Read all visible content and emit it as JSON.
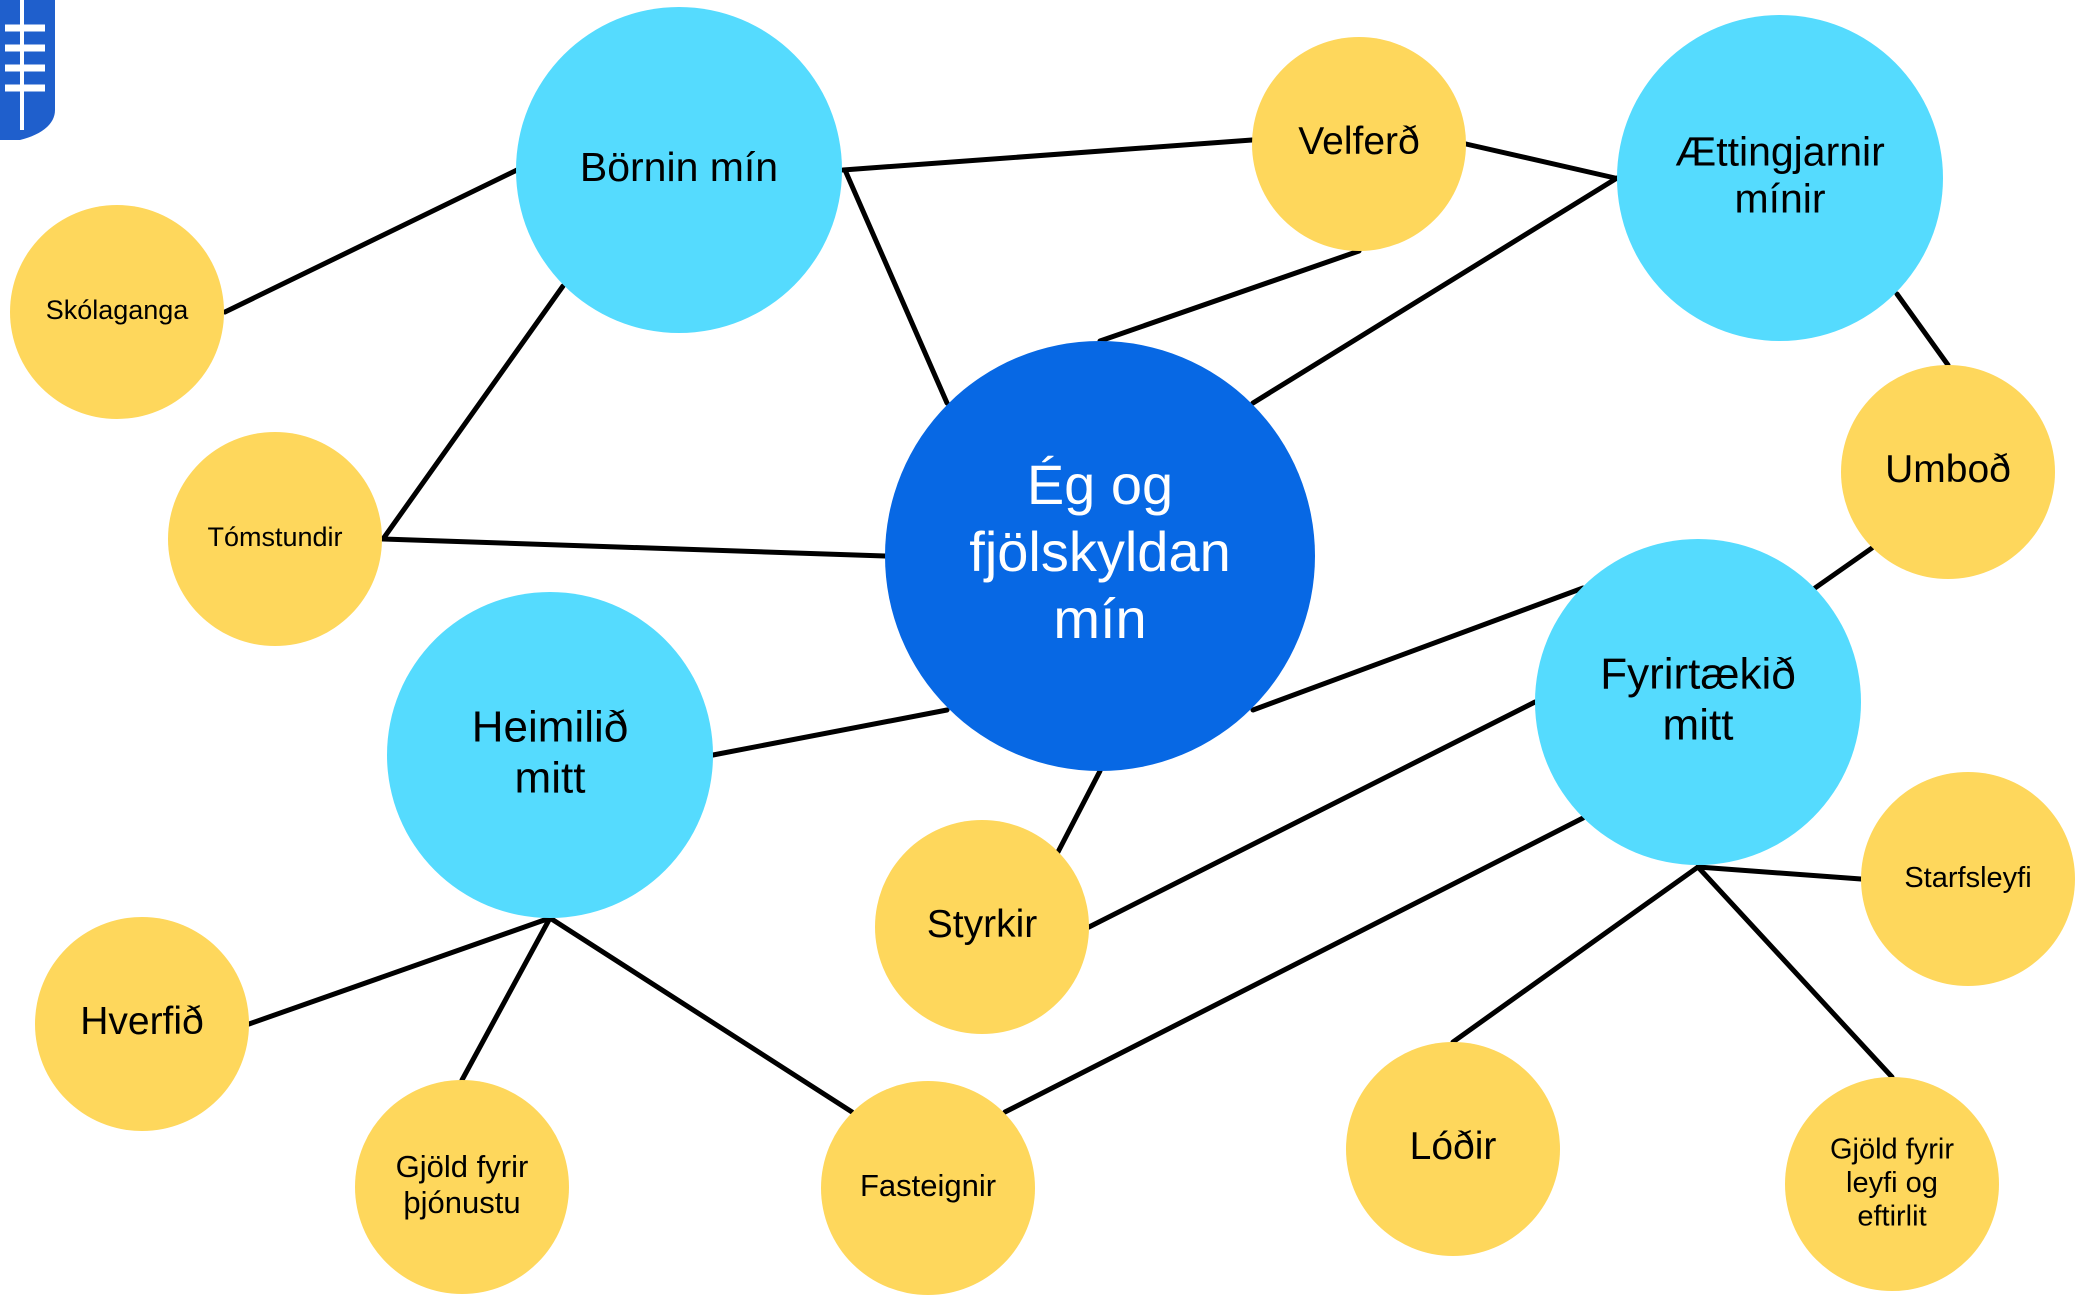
{
  "colors": {
    "center": "#0768E4",
    "primary": "#55DBFE",
    "secondary": "#FED75C",
    "edge": "#000000",
    "logo": "#1F5FCC",
    "center_text": "#FFFFFF",
    "node_text": "#000000"
  },
  "logo": {
    "icon": "coat-of-arms-logo-icon"
  },
  "nodes": [
    {
      "id": "center",
      "kind": "center",
      "lines": [
        "Ég og",
        "fjölskyldan",
        "mín"
      ]
    },
    {
      "id": "bornin",
      "kind": "primary",
      "lines": [
        "Börnin mín"
      ]
    },
    {
      "id": "aettingjar",
      "kind": "primary",
      "lines": [
        "Ættingjarnir",
        "mínir"
      ]
    },
    {
      "id": "heimilid",
      "kind": "primary",
      "lines": [
        "Heimilið",
        "mitt"
      ]
    },
    {
      "id": "fyrirtaekid",
      "kind": "primary",
      "lines": [
        "Fyrirtækið",
        "mitt"
      ]
    },
    {
      "id": "velferd",
      "kind": "secondary",
      "lines": [
        "Velferð"
      ]
    },
    {
      "id": "skolaganga",
      "kind": "secondary",
      "lines": [
        "Skólaganga"
      ]
    },
    {
      "id": "tomstundir",
      "kind": "secondary",
      "lines": [
        "Tómstundir"
      ]
    },
    {
      "id": "umbod",
      "kind": "secondary",
      "lines": [
        "Umboð"
      ]
    },
    {
      "id": "styrkir",
      "kind": "secondary",
      "lines": [
        "Styrkir"
      ]
    },
    {
      "id": "starfsleyfi",
      "kind": "secondary",
      "lines": [
        "Starfsleyfi"
      ]
    },
    {
      "id": "hverfid",
      "kind": "secondary",
      "lines": [
        "Hverfið"
      ]
    },
    {
      "id": "gjold-thjonustu",
      "kind": "secondary",
      "lines": [
        "Gjöld fyrir",
        "þjónustu"
      ]
    },
    {
      "id": "fasteignir",
      "kind": "secondary",
      "lines": [
        "Fasteignir"
      ]
    },
    {
      "id": "lodir",
      "kind": "secondary",
      "lines": [
        "Lóðir"
      ]
    },
    {
      "id": "gjold-leyfi",
      "kind": "secondary",
      "lines": [
        "Gjöld fyrir",
        "leyfi og",
        "eftirlit"
      ]
    }
  ],
  "edges": [
    [
      "bornin",
      "velferd"
    ],
    [
      "bornin",
      "skolaganga"
    ],
    [
      "bornin",
      "tomstundir"
    ],
    [
      "bornin",
      "center"
    ],
    [
      "velferd",
      "aettingjar"
    ],
    [
      "velferd",
      "center"
    ],
    [
      "aettingjar",
      "center"
    ],
    [
      "aettingjar",
      "umbod"
    ],
    [
      "umbod",
      "fyrirtaekid"
    ],
    [
      "tomstundir",
      "center"
    ],
    [
      "center",
      "heimilid"
    ],
    [
      "center",
      "fyrirtaekid"
    ],
    [
      "center",
      "styrkir"
    ],
    [
      "styrkir",
      "fyrirtaekid"
    ],
    [
      "fasteignir",
      "fyrirtaekid"
    ],
    [
      "heimilid",
      "hverfid"
    ],
    [
      "heimilid",
      "gjold-thjonustu"
    ],
    [
      "heimilid",
      "fasteignir"
    ],
    [
      "fyrirtaekid",
      "starfsleyfi"
    ],
    [
      "fyrirtaekid",
      "lodir"
    ],
    [
      "fyrirtaekid",
      "gjold-leyfi"
    ]
  ]
}
